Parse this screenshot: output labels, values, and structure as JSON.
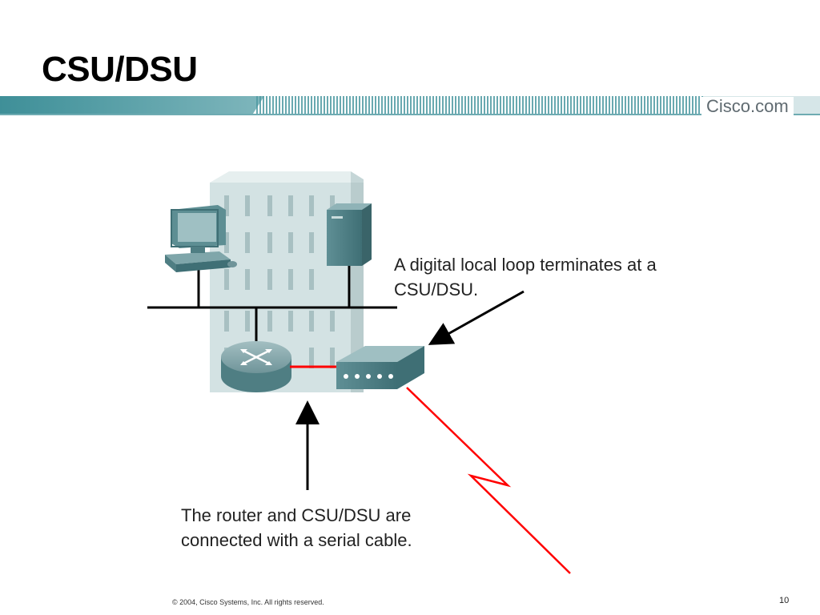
{
  "slide": {
    "title": "CSU/DSU",
    "brand": "Cisco.com",
    "accent_color": "#3f8f98",
    "link_color": "#ff0000"
  },
  "diagram": {
    "icons": [
      "workstation-icon",
      "server-icon",
      "building-icon",
      "router-icon",
      "csu-dsu-icon"
    ],
    "callouts": {
      "top": {
        "line1": "A digital local loop terminates at a",
        "line2": "CSU/DSU."
      },
      "bottom": {
        "line1": "The router and CSU/DSU are",
        "line2": "connected with a serial cable."
      }
    }
  },
  "footer": {
    "copyright": "© 2004, Cisco Systems, Inc. All rights reserved.",
    "page_number": "10"
  }
}
